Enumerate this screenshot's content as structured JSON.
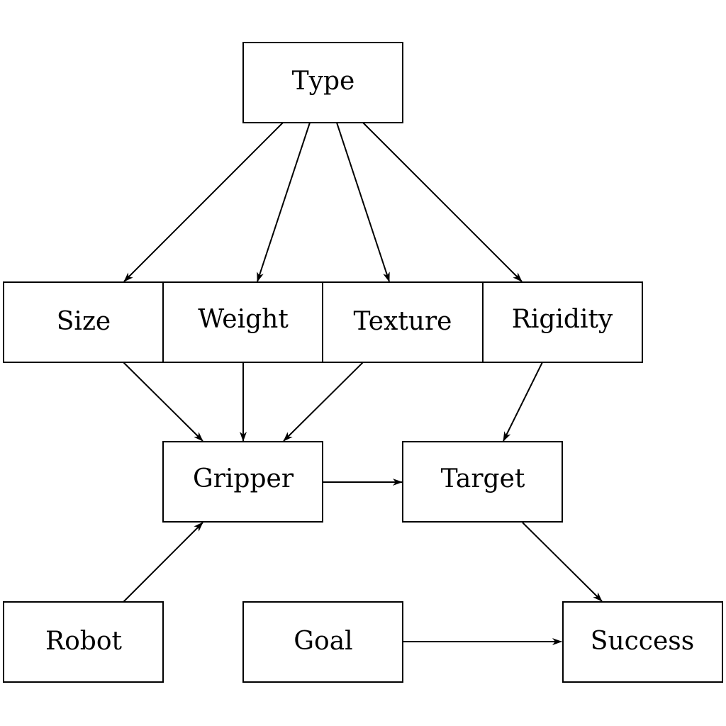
{
  "diagram": {
    "nodes": [
      {
        "id": "type",
        "label": "Type"
      },
      {
        "id": "size",
        "label": "Size"
      },
      {
        "id": "weight",
        "label": "Weight"
      },
      {
        "id": "texture",
        "label": "Texture"
      },
      {
        "id": "rigidity",
        "label": "Rigidity"
      },
      {
        "id": "gripper",
        "label": "Gripper"
      },
      {
        "id": "target",
        "label": "Target"
      },
      {
        "id": "robot",
        "label": "Robot"
      },
      {
        "id": "goal",
        "label": "Goal"
      },
      {
        "id": "success",
        "label": "Success"
      }
    ],
    "edges": [
      {
        "from": "type",
        "to": "size"
      },
      {
        "from": "type",
        "to": "weight"
      },
      {
        "from": "type",
        "to": "texture"
      },
      {
        "from": "type",
        "to": "rigidity"
      },
      {
        "from": "size",
        "to": "gripper"
      },
      {
        "from": "weight",
        "to": "gripper"
      },
      {
        "from": "texture",
        "to": "gripper"
      },
      {
        "from": "rigidity",
        "to": "target"
      },
      {
        "from": "gripper",
        "to": "target"
      },
      {
        "from": "robot",
        "to": "gripper"
      },
      {
        "from": "target",
        "to": "success"
      },
      {
        "from": "goal",
        "to": "success"
      }
    ]
  }
}
